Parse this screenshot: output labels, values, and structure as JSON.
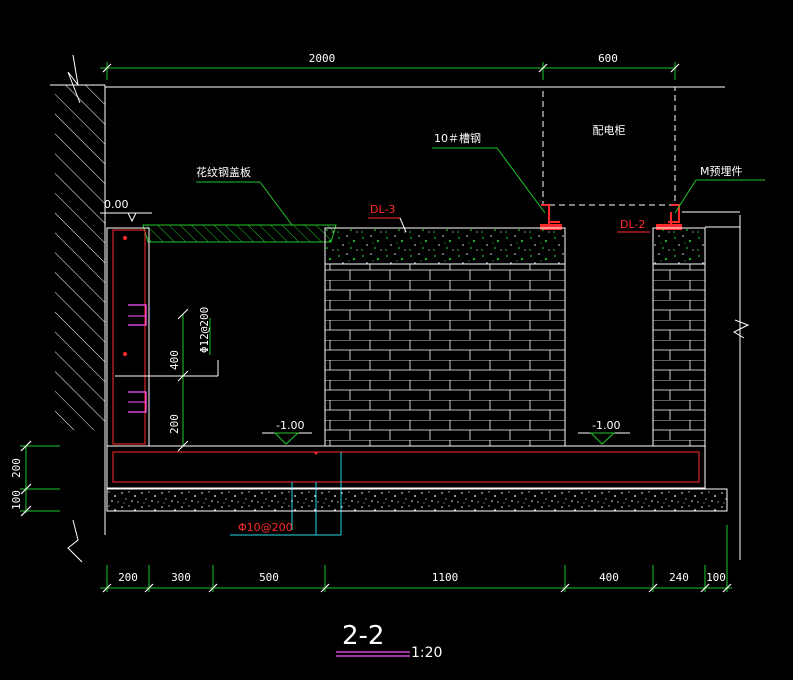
{
  "top_dims": {
    "left": "2000",
    "right": "600"
  },
  "bottom_dims": [
    "200",
    "300",
    "500",
    "1100",
    "400",
    "240",
    "100"
  ],
  "left_dims": {
    "upper": "200",
    "lower": "100"
  },
  "inner_dims": {
    "a": "400",
    "b": "200"
  },
  "labels": {
    "cabinet": "配电柜",
    "channel": "10＃槽钢",
    "cover": "花纹钢盖板",
    "embed": "M预埋件",
    "dl3": "DL-3",
    "dl2": "DL-2",
    "elev_top": "0.00",
    "elev_a": "-1.00",
    "elev_b": "-1.00",
    "rebar_v": "Φ12@200",
    "rebar_b": "Φ10@200"
  },
  "title": {
    "main": "2-2",
    "scale": "1:20"
  },
  "colors": {
    "line": "#ffffff",
    "red": "#ff2b2b",
    "green": "#22c42a",
    "cyan": "#27d7e6",
    "magenta": "#ff55ff"
  }
}
